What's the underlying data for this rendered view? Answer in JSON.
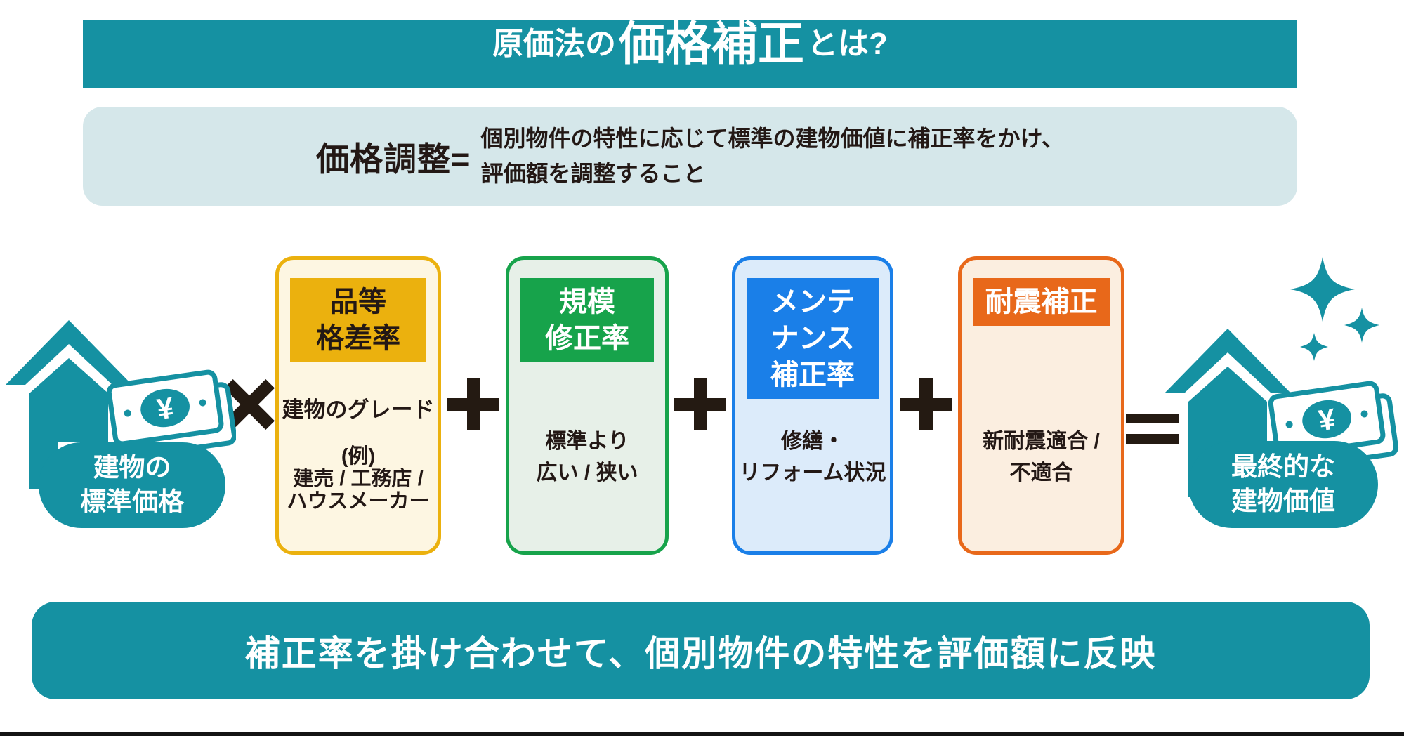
{
  "title": {
    "prefix": "原価法の",
    "emphasis": "価格補正",
    "suffix": "とは?"
  },
  "definition": {
    "term": "価格調整=",
    "line1": "個別物件の特性に応じて標準の建物価値に補正率をかけ、",
    "line2": "評価額を調整すること"
  },
  "formula": {
    "start": {
      "icon": "house-money-icon",
      "label_line1": "建物の",
      "label_line2": "標準価格"
    },
    "operators": {
      "multiply": "×",
      "plus": "+",
      "equals": "="
    },
    "factors": [
      {
        "id": "quality",
        "header_lines": [
          "品等",
          "格差率"
        ],
        "body_lines": [
          "建物のグレード",
          "(例)",
          "建売 / 工務店 /",
          "ハウスメーカー"
        ],
        "accent_color": "#ebb10e",
        "bg_color": "#fdf6e2"
      },
      {
        "id": "scale",
        "header_lines": [
          "規模",
          "修正率"
        ],
        "body_lines": [
          "標準より",
          "広い / 狭い"
        ],
        "accent_color": "#17a34b",
        "bg_color": "#e7f0e8"
      },
      {
        "id": "maintenance",
        "header_lines": [
          "メンテ",
          "ナンス",
          "補正率"
        ],
        "body_lines": [
          "修繕・",
          "リフォーム状況"
        ],
        "accent_color": "#1a7fe8",
        "bg_color": "#dcebfa"
      },
      {
        "id": "seismic",
        "header_lines": [
          "耐震補正"
        ],
        "body_lines": [
          "新耐震適合 /",
          "不適合"
        ],
        "accent_color": "#e8681a",
        "bg_color": "#fbeee0"
      }
    ],
    "result": {
      "icon": "house-money-sparkle-icon",
      "label_line1": "最終的な",
      "label_line2": "建物価値"
    }
  },
  "footer": {
    "text": "補正率を掛け合わせて、個別物件の特性を評価額に反映"
  },
  "colors": {
    "teal": "#1591a2",
    "definition_bg": "#d5e7ea",
    "symbol": "#241a12"
  }
}
